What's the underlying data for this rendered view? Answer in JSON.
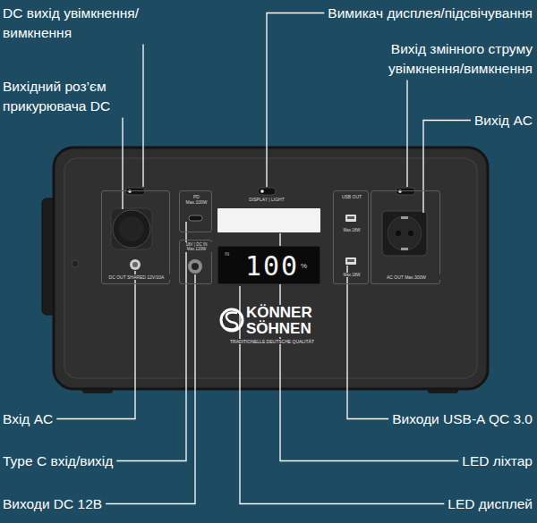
{
  "diagram": {
    "nodes": [
      {
        "text": [
          "KÖNNER SÖHNEN",
          "TRADITIONELLE DEUTSCHE QUALITÄT"
        ]
      },
      {
        "text": [
          "DC OUT SHARED 12V/10A"
        ],
        "in": 0
      },
      {
        "text": [
          "PD Max.100W"
        ],
        "in": 0
      },
      {
        "text": [
          "18V | DC IN Max.120W"
        ],
        "in": 0
      },
      {
        "text": [
          "IN",
          "100",
          "%"
        ],
        "in": 0
      },
      {
        "text": [
          "USB OUT",
          "Max.18W",
          "Max.18W"
        ],
        "in": 0
      },
      {
        "text": [
          "AC OUT Max.300W"
        ],
        "in": 0
      }
    ],
    "labels": [
      "DC вихід увімкнення/ вимкнення",
      "Вихідний роз’єм прикурювача DC",
      "Вимикач дисплея/підсвічування",
      "Вихід змінного струму увімкнення/вимкнення",
      "Вихід AC",
      "DISPLAY | LIGHT",
      "Вхід AC",
      "Type C вхід/вихід",
      "Виходи DC 12В",
      "Виходи USB-A QC 3.0",
      "LED ліхтар",
      "LED дисплей"
    ]
  }
}
